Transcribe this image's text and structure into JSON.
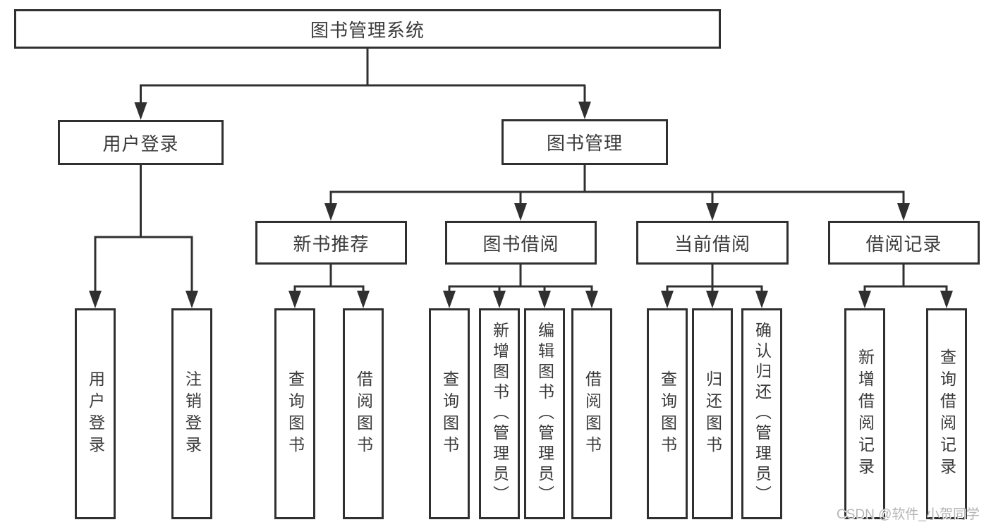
{
  "nodes": {
    "root": "图书管理系统",
    "user_login": "用户登录",
    "book_mgmt": "图书管理",
    "new_books": "新书推荐",
    "book_borrow": "图书借阅",
    "current_borrow": "当前借阅",
    "borrow_records": "借阅记录"
  },
  "leaves": {
    "user_login": [
      "用户登录",
      "注销登录"
    ],
    "new_books": [
      "查询图书",
      "借阅图书"
    ],
    "book_borrow": [
      "查询图书",
      "新增图书（管理员）",
      "编辑图书（管理员）",
      "借阅图书"
    ],
    "current_borrow": [
      "查询图书",
      "归还图书",
      "确认归还（管理员）"
    ],
    "borrow_records": [
      "新增借阅记录",
      "查询借阅记录"
    ]
  },
  "watermark": "CSDN @软件_小贺同学",
  "colors": {
    "line": "#303030",
    "text": "#3a3a3a",
    "watermark": "#b5b5b5",
    "background": "#ffffff"
  }
}
